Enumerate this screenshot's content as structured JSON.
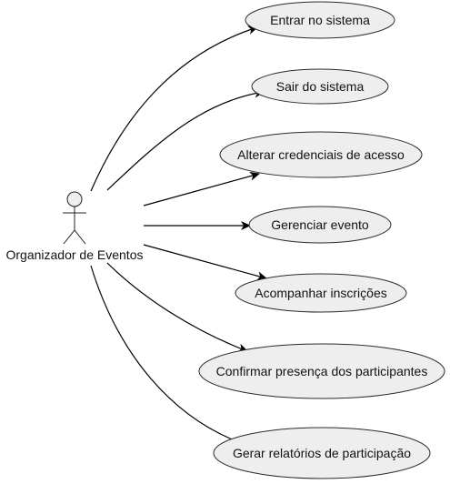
{
  "actor": {
    "name": "Organizador de Eventos"
  },
  "use_cases": [
    {
      "id": "uc-entrar",
      "label": "Entrar no sistema"
    },
    {
      "id": "uc-sair",
      "label": "Sair do sistema"
    },
    {
      "id": "uc-alterar",
      "label": "Alterar credenciais de acesso"
    },
    {
      "id": "uc-gerenciar",
      "label": "Gerenciar evento"
    },
    {
      "id": "uc-acompanhar",
      "label": "Acompanhar inscrições"
    },
    {
      "id": "uc-confirmar",
      "label": "Confirmar presença dos participantes"
    },
    {
      "id": "uc-gerar",
      "label": "Gerar relatórios de participação"
    }
  ],
  "colors": {
    "ellipse_fill": "#eeeeee",
    "stroke": "#2b2b2b",
    "line": "#000000"
  }
}
